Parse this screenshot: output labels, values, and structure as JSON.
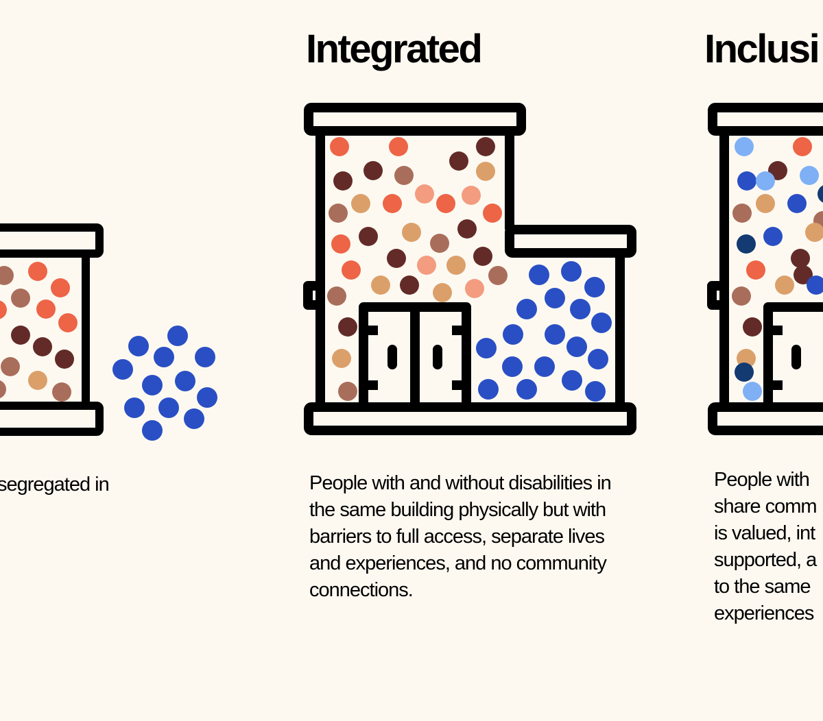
{
  "panels": [
    {
      "description": "segregated in"
    },
    {
      "title": "Integrated",
      "description": "People with and without disabilities in\nthe same building physically but with\nbarriers to full access, separate lives\nand experiences, and no community\nconnections."
    },
    {
      "title": "Inclusi",
      "description": "People with\nshare comm\nis valued, int\nsupported, a\nto the same\nexperiences"
    }
  ],
  "colors": {
    "background": "#fdf9f1",
    "outline": "#000000",
    "red": "#ee6446",
    "brown": "#a96e5b",
    "dark_brown": "#632b28",
    "tan": "#dba06a",
    "peach": "#f39c7f",
    "blue": "#2a4fc4",
    "light_blue": "#7fb0f5",
    "navy": "#143a72"
  }
}
